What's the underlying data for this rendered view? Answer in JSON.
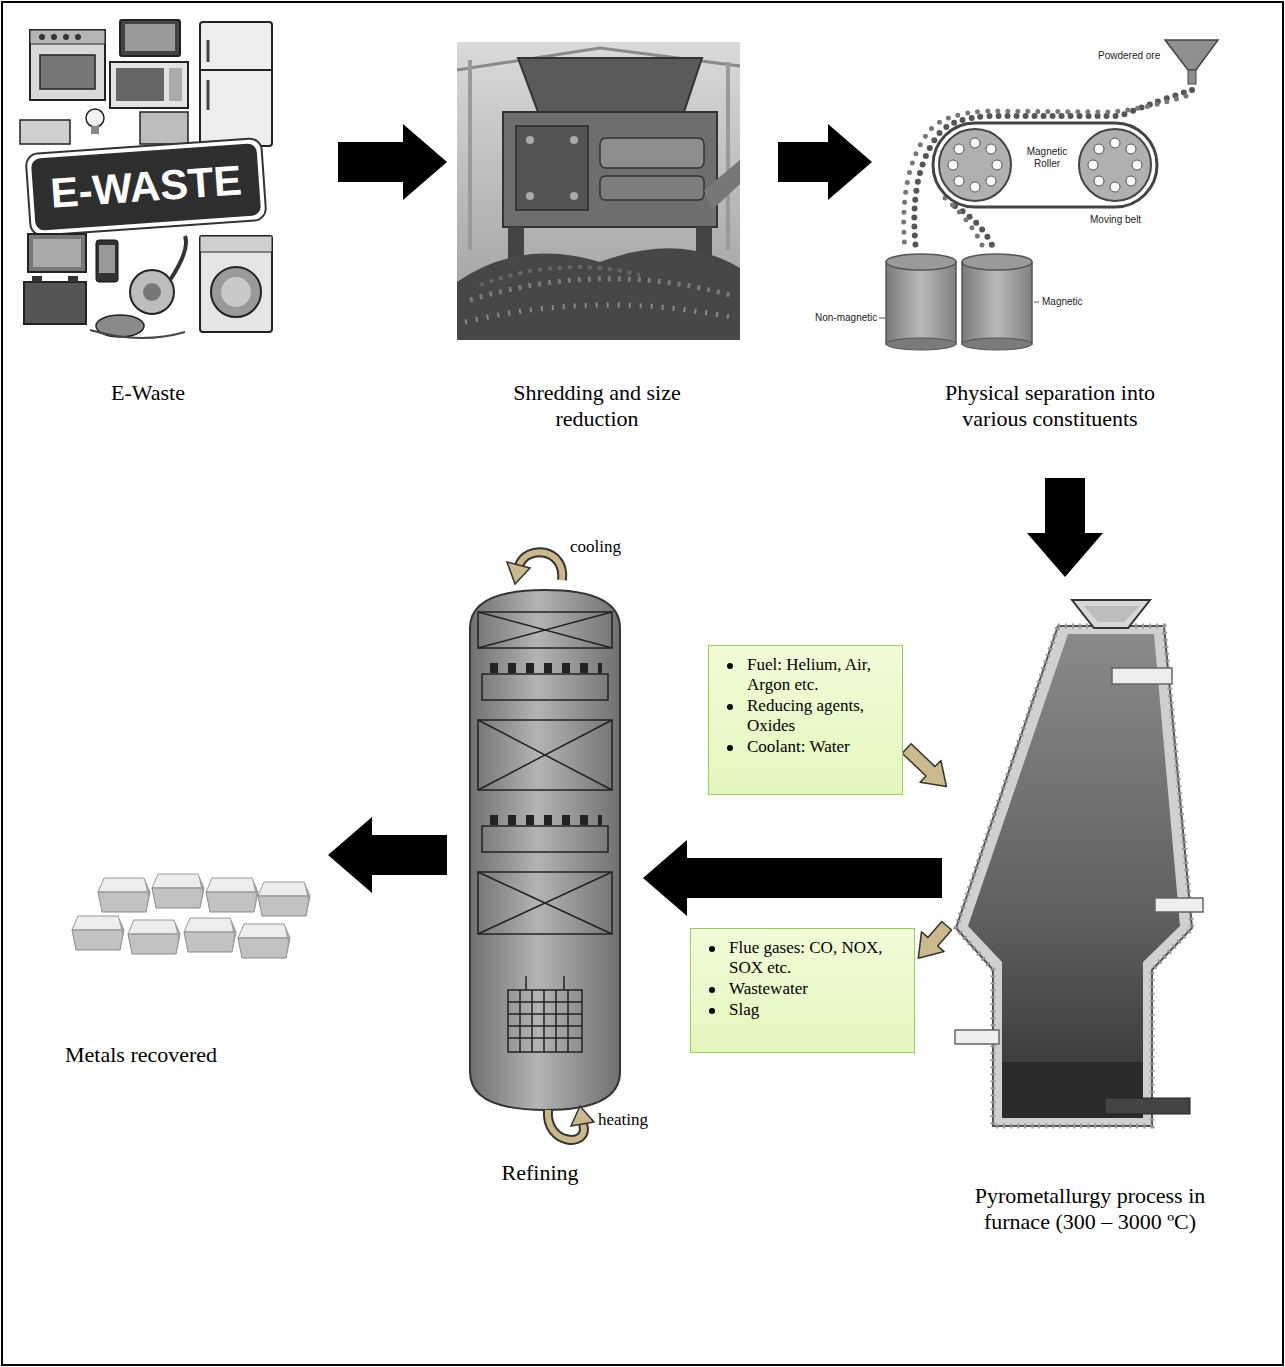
{
  "diagram": {
    "nodes": [
      {
        "text": [
          "E-Waste"
        ]
      },
      {
        "text": [
          "Shredding and size reduction"
        ]
      },
      {
        "text": [
          "Physical separation into various constituents"
        ]
      },
      {
        "text": [
          "Metals recovered"
        ]
      },
      {
        "text": [
          "Refining"
        ]
      },
      {
        "text": [
          "Fuel: Helium, Air, Argon etc.",
          "Reducing agents, Oxides",
          "Coolant: Water"
        ]
      },
      {
        "text": [
          "Flue gases: CO, NOX, SOX etc.",
          "Wastewater",
          "Slag"
        ]
      },
      {
        "text": [
          "Pyrometallurgy process in furnace (300 – 3000 ºC)"
        ]
      }
    ],
    "edges": [
      {
        "from": 0,
        "to": 1,
        "arrow": "to"
      },
      {
        "from": 1,
        "to": 2,
        "arrow": "to"
      },
      {
        "from": 2,
        "to": 7,
        "arrow": "to"
      },
      {
        "from": 5,
        "to": 7,
        "arrow": "to"
      },
      {
        "from": 7,
        "to": 6,
        "arrow": "to"
      },
      {
        "from": 7,
        "to": 4,
        "arrow": "to"
      },
      {
        "from": 4,
        "to": 3,
        "arrow": "to"
      }
    ],
    "labels": [
      "E-WASTE",
      "Powdered ore",
      "Magnetic Roller",
      "Moving belt",
      "Magnetic",
      "Non-magnetic",
      "cooling",
      "heating"
    ]
  }
}
